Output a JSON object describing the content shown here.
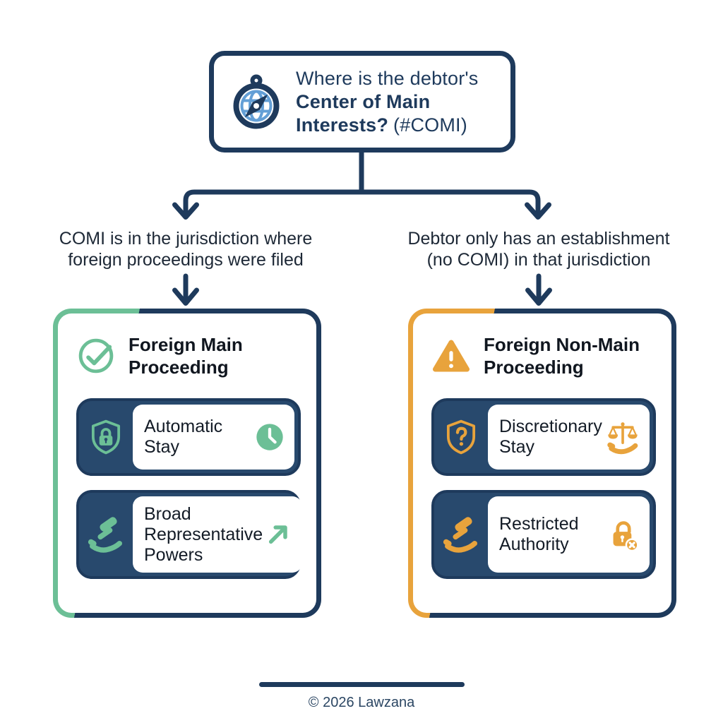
{
  "palette": {
    "navy": "#1e3a5c",
    "navy-fill": "#28496d",
    "green": "#6cbf96",
    "orange": "#e8a33c",
    "blue": "#639fd6",
    "ink": "#10161f",
    "text": "#1d2836"
  },
  "root_question": {
    "icon": "compass-globe-icon",
    "line1": "Where is the debtor's",
    "line2": "Center of Main",
    "line3_bold": "Interests?",
    "line3_rest": "(#COMI)"
  },
  "branches": [
    {
      "line1": "COMI is in the jurisdiction where",
      "line2": "foreign proceedings were filed"
    },
    {
      "line1": "Debtor only has an establishment",
      "line2": "(no COMI) in that jurisdiction"
    }
  ],
  "cards": [
    {
      "accent_color": "#6cbf96",
      "icon": "check-circle-icon",
      "title_line1": "Foreign Main",
      "title_line2": "Proceeding",
      "rows": [
        {
          "lead_icon": "shield-lock-icon",
          "trail_icon": "clock-icon",
          "lines": [
            "Automatic",
            "Stay"
          ]
        },
        {
          "lead_icon": "hand-gavel-icon",
          "trail_icon": "arrow-up-right-icon",
          "lines": [
            "Broad",
            "Representative",
            "Powers"
          ]
        }
      ]
    },
    {
      "accent_color": "#e8a33c",
      "icon": "warning-triangle-icon",
      "title_line1": "Foreign Non-Main",
      "title_line2": "Proceeding",
      "rows": [
        {
          "lead_icon": "shield-question-icon",
          "trail_icon": "scales-hand-icon",
          "lines": [
            "Discretionary",
            "Stay"
          ]
        },
        {
          "lead_icon": "hand-gavel-icon",
          "trail_icon": "lock-x-icon",
          "lines": [
            "Restricted",
            "Authority"
          ]
        }
      ]
    }
  ],
  "footer": {
    "copyright": "© 2026 Lawzana"
  }
}
